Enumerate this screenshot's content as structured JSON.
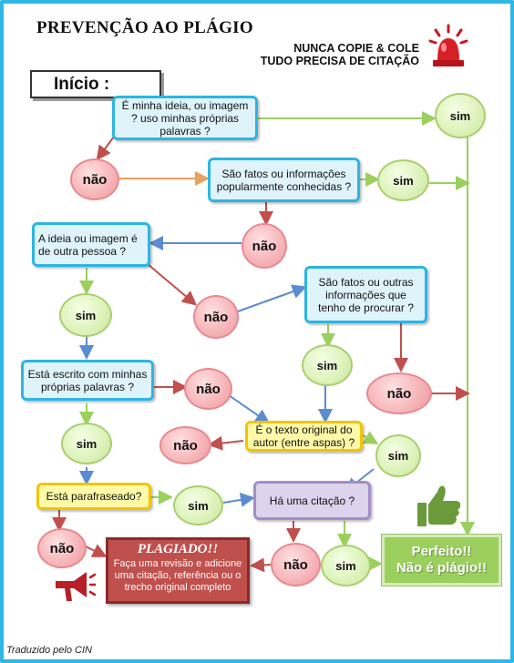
{
  "title": "PREVENÇÃO AO PLÁGIO",
  "motto": [
    "NUNCA COPIE & COLE",
    "TUDO PRECISA DE CITAÇÃO"
  ],
  "start": "Início :",
  "questions": {
    "q1": "É minha ideia, ou imagem ? uso minhas próprias palavras ?",
    "q2": "São fatos ou informações popularmente conhecidas ?",
    "q3": "A ideia ou imagem é de outra pessoa ?",
    "q4": "São fatos ou outras informações que tenho de procurar ?",
    "q5": "Está escrito com minhas próprias palavras ?",
    "q6": "É o texto original do autor (entre aspas) ?",
    "q7": "Está parafraseado?",
    "q8": "Há uma citação ?"
  },
  "labels": {
    "sim": "sim",
    "nao": "não"
  },
  "plagiado": {
    "heading": "PLAGIADO!!",
    "body": "Faça uma revisão e adicione uma citação, referência ou o trecho original completo"
  },
  "perfeito": {
    "line1": "Perfeito!!",
    "line2": "Não é plágio!!"
  },
  "footer": "Traduzido pelo CIN",
  "colors": {
    "frame": "#2fb7e6",
    "question_border": "#2cb5e3",
    "yes_arrow": "#9bcf5e",
    "no_arrow": "#c0504d",
    "flow_arrow": "#5b8bd0"
  }
}
